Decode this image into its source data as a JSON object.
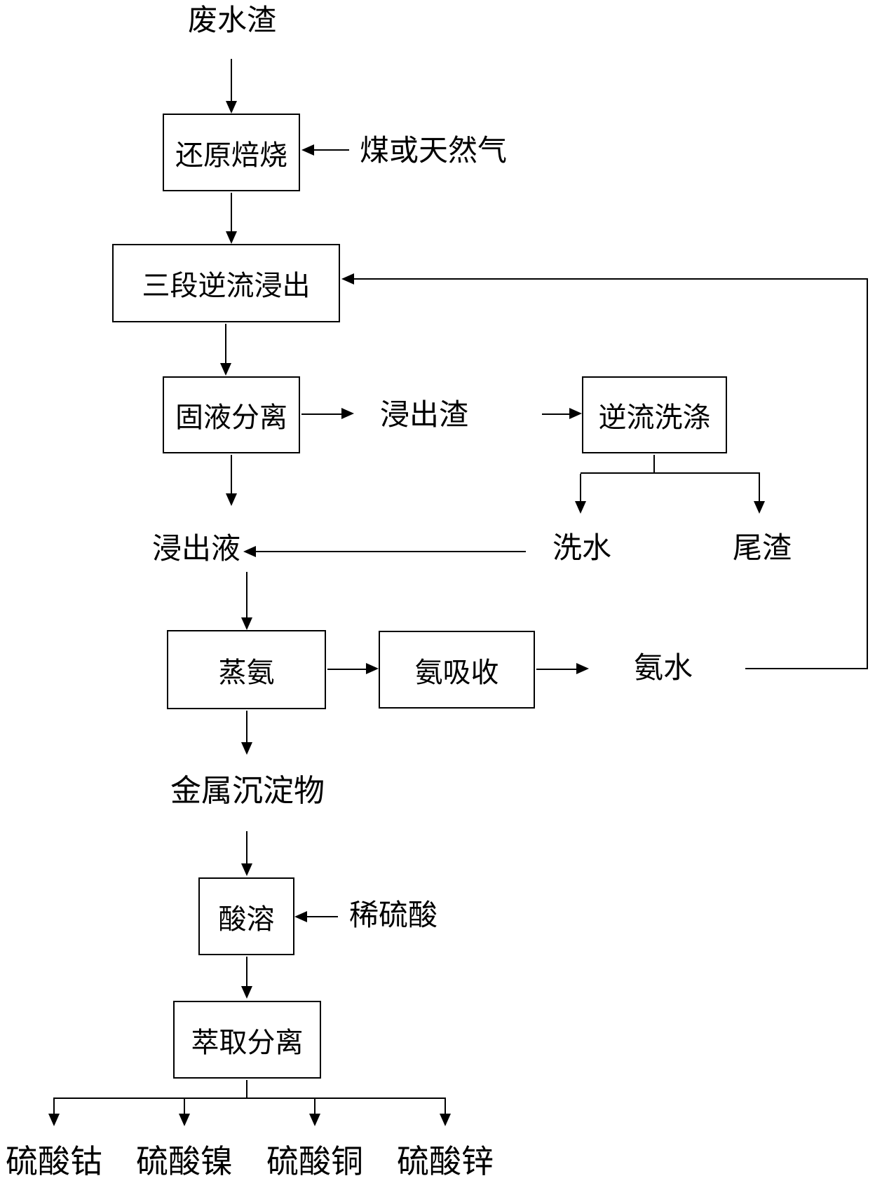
{
  "diagram": {
    "type": "flowchart",
    "language": "zh",
    "colors": {
      "line": "#000000",
      "background": "#ffffff",
      "text": "#000000"
    },
    "nodes": {
      "waste_slag": {
        "label": "废水渣",
        "shape": "text"
      },
      "reduction_roasting": {
        "label": "还原焙烧",
        "shape": "box"
      },
      "coal_or_natural_gas": {
        "label": "煤或天然气",
        "shape": "text"
      },
      "three_stage_leaching": {
        "label": "三段逆流浸出",
        "shape": "box"
      },
      "solid_liquid_separation": {
        "label": "固液分离",
        "shape": "box"
      },
      "leach_residue": {
        "label": "浸出渣",
        "shape": "text"
      },
      "countercurrent_washing": {
        "label": "逆流洗涤",
        "shape": "box"
      },
      "wash_water": {
        "label": "洗水",
        "shape": "text"
      },
      "tailings": {
        "label": "尾渣",
        "shape": "text"
      },
      "leach_solution": {
        "label": "浸出液",
        "shape": "text"
      },
      "ammonia_distillation": {
        "label": "蒸氨",
        "shape": "box"
      },
      "ammonia_absorption": {
        "label": "氨吸收",
        "shape": "box"
      },
      "ammonia_water": {
        "label": "氨水",
        "shape": "text"
      },
      "metal_precipitate": {
        "label": "金属沉淀物",
        "shape": "text"
      },
      "acid_dissolution": {
        "label": "酸溶",
        "shape": "box"
      },
      "dilute_sulfuric_acid": {
        "label": "稀硫酸",
        "shape": "text"
      },
      "extraction_separation": {
        "label": "萃取分离",
        "shape": "box"
      },
      "cobalt_sulfate": {
        "label": "硫酸钴",
        "shape": "text"
      },
      "nickel_sulfate": {
        "label": "硫酸镍",
        "shape": "text"
      },
      "copper_sulfate": {
        "label": "硫酸铜",
        "shape": "text"
      },
      "zinc_sulfate": {
        "label": "硫酸锌",
        "shape": "text"
      }
    },
    "edges": [
      {
        "from": "waste_slag",
        "to": "reduction_roasting"
      },
      {
        "from": "coal_or_natural_gas",
        "to": "reduction_roasting"
      },
      {
        "from": "reduction_roasting",
        "to": "three_stage_leaching"
      },
      {
        "from": "ammonia_water",
        "to": "three_stage_leaching"
      },
      {
        "from": "three_stage_leaching",
        "to": "solid_liquid_separation"
      },
      {
        "from": "solid_liquid_separation",
        "to": "leach_residue"
      },
      {
        "from": "leach_residue",
        "to": "countercurrent_washing"
      },
      {
        "from": "countercurrent_washing",
        "to": "wash_water"
      },
      {
        "from": "countercurrent_washing",
        "to": "tailings"
      },
      {
        "from": "wash_water",
        "to": "leach_solution"
      },
      {
        "from": "solid_liquid_separation",
        "to": "leach_solution"
      },
      {
        "from": "leach_solution",
        "to": "ammonia_distillation"
      },
      {
        "from": "ammonia_distillation",
        "to": "ammonia_absorption"
      },
      {
        "from": "ammonia_absorption",
        "to": "ammonia_water"
      },
      {
        "from": "ammonia_distillation",
        "to": "metal_precipitate"
      },
      {
        "from": "metal_precipitate",
        "to": "acid_dissolution"
      },
      {
        "from": "dilute_sulfuric_acid",
        "to": "acid_dissolution"
      },
      {
        "from": "acid_dissolution",
        "to": "extraction_separation"
      },
      {
        "from": "extraction_separation",
        "to": "cobalt_sulfate"
      },
      {
        "from": "extraction_separation",
        "to": "nickel_sulfate"
      },
      {
        "from": "extraction_separation",
        "to": "copper_sulfate"
      },
      {
        "from": "extraction_separation",
        "to": "zinc_sulfate"
      }
    ]
  }
}
